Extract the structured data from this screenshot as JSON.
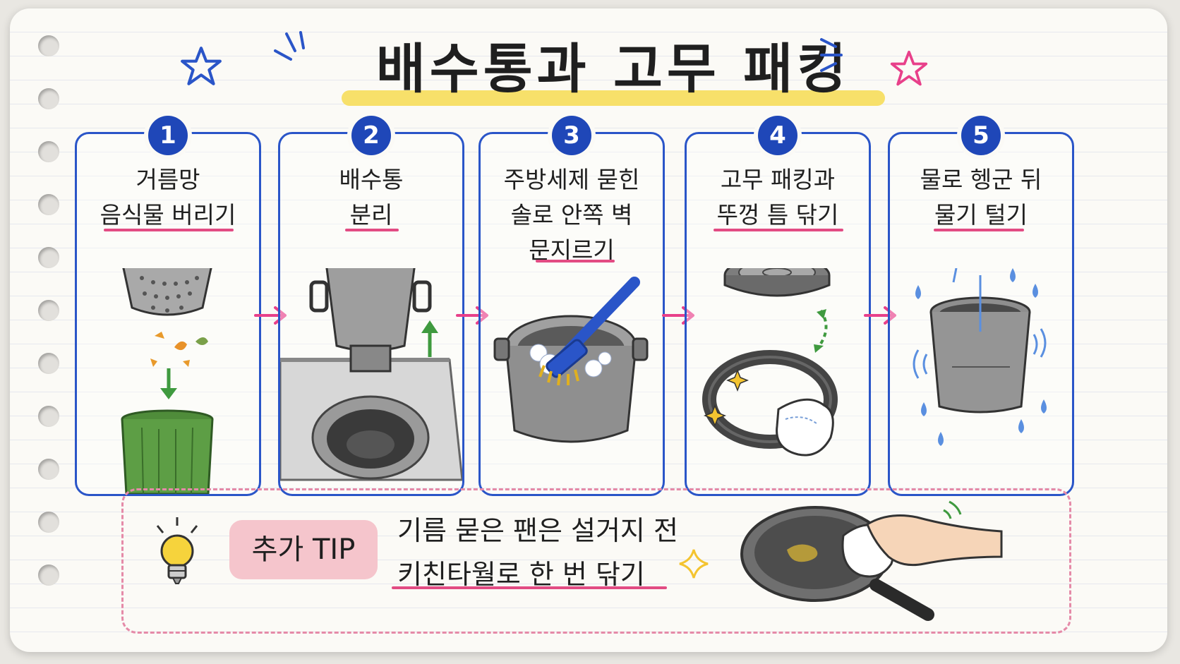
{
  "title": "배수통과 고무 패킹",
  "steps": [
    {
      "number": "1",
      "line1": "거름망",
      "line2": "음식물 버리기"
    },
    {
      "number": "2",
      "line1": "배수통",
      "line2": "분리"
    },
    {
      "number": "3",
      "line1": "주방세제 묻힌",
      "line2": "솔로 안쪽 벽",
      "line3": "문지르기"
    },
    {
      "number": "4",
      "line1": "고무 패킹과",
      "line2": "뚜껑 틈 닦기"
    },
    {
      "number": "5",
      "line1": "물로 헹군 뒤",
      "line2": "물기 털기"
    }
  ],
  "tip": {
    "badge": "추가 TIP",
    "line1": "기름 묻은 팬은 설거지 전",
    "line2": "키친타월로 한 번 닦기"
  },
  "colors": {
    "accent_blue": "#1f47b8",
    "arrow_pink": "#e8408a",
    "underline_pink": "#e24b83",
    "highlight_yellow": "#f7e06a",
    "tip_badge": "#f5c5cc"
  },
  "icons": [
    "star-icon",
    "arrow-right-icon",
    "lightbulb-icon",
    "sparkle-icon",
    "water-drop-icon"
  ]
}
